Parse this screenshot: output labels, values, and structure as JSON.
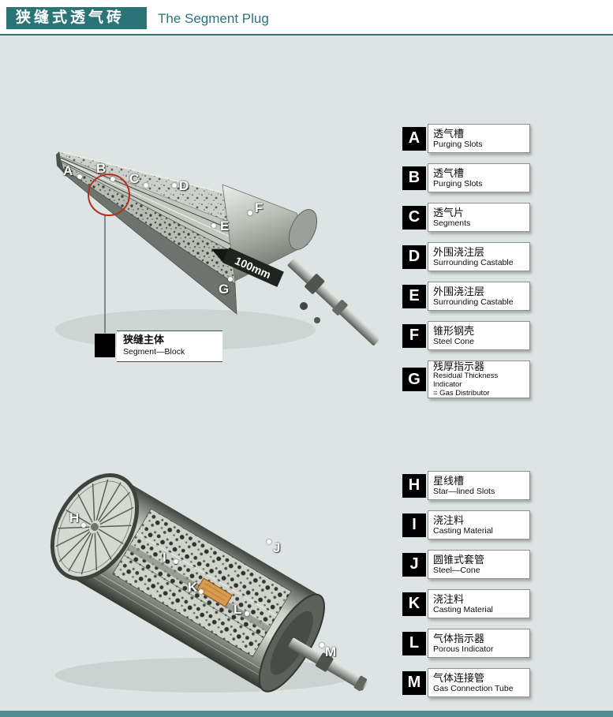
{
  "colors": {
    "accent": "#2a7478",
    "accent_bar": "#4f8d92",
    "page_bg": "#dde4e3",
    "highlight_red": "#b5301f",
    "indicator_orange": "#d79a4f"
  },
  "header": {
    "title_zh": "狭缝式透气砖",
    "title_en": "The Segment Plug"
  },
  "figure_top": {
    "markers": [
      "A",
      "B",
      "C",
      "D",
      "E",
      "F",
      "G"
    ],
    "dimension_label": "100mm",
    "callout": {
      "zh": "狭缝主体",
      "en": "Segment—Block"
    }
  },
  "figure_bottom": {
    "markers": [
      "H",
      "I",
      "J",
      "K",
      "L",
      "M"
    ]
  },
  "legend_top": [
    {
      "letter": "A",
      "zh": "透气槽",
      "en": "Purging Slots"
    },
    {
      "letter": "B",
      "zh": "透气槽",
      "en": "Purging Slots"
    },
    {
      "letter": "C",
      "zh": "透气片",
      "en": "Segments"
    },
    {
      "letter": "D",
      "zh": "外围浇注层",
      "en": "Surrounding Castable"
    },
    {
      "letter": "E",
      "zh": "外围浇注层",
      "en": "Surrounding Castable"
    },
    {
      "letter": "F",
      "zh": "锥形钢壳",
      "en": "Steel Cone"
    },
    {
      "letter": "G",
      "zh": "残厚指示器",
      "en": "Residual Thickness Indicator\n= Gas Distributor"
    }
  ],
  "legend_bottom": [
    {
      "letter": "H",
      "zh": "星线槽",
      "en": "Star—lined Slots"
    },
    {
      "letter": "I",
      "zh": "浇注料",
      "en": "Casting Material"
    },
    {
      "letter": "J",
      "zh": "圆锥式套管",
      "en": "Steel—Cone"
    },
    {
      "letter": "K",
      "zh": "浇注料",
      "en": "Casting Material"
    },
    {
      "letter": "L",
      "zh": "气体指示器",
      "en": "Porous Indicator"
    },
    {
      "letter": "M",
      "zh": "气体连接管",
      "en": "Gas Connection Tube"
    }
  ]
}
